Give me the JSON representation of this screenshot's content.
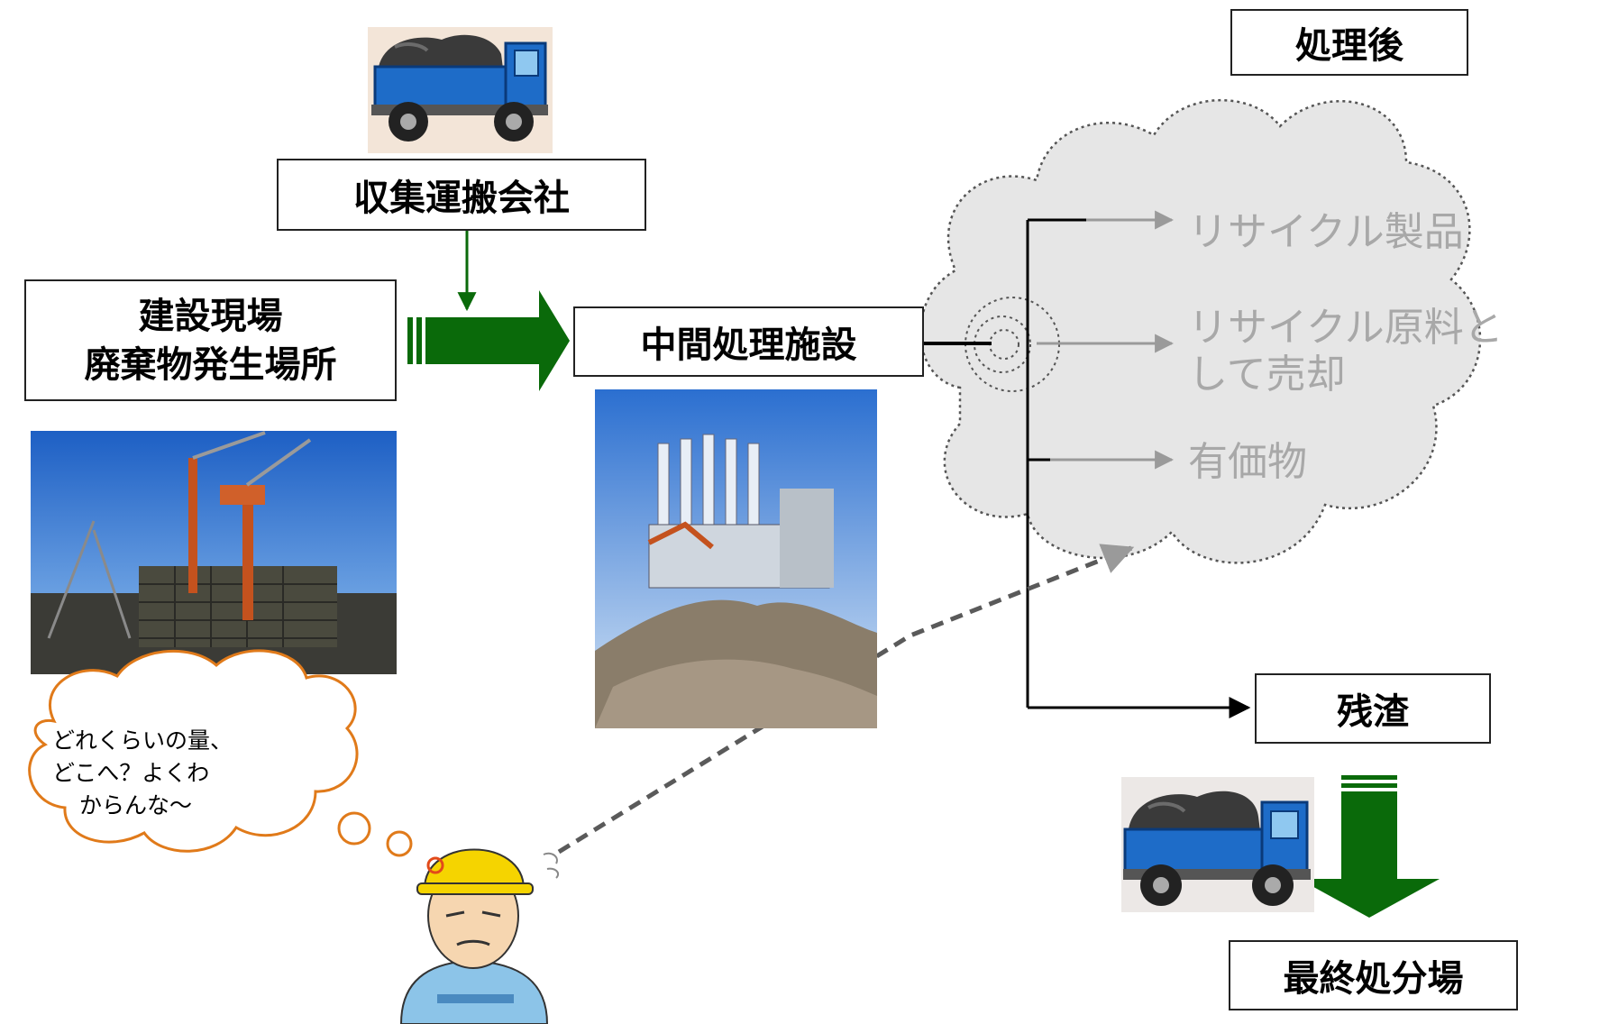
{
  "boxes": {
    "collector": "収集運搬会社",
    "site_line1": "建設現場",
    "site_line2": "廃棄物発生場所",
    "facility": "中間処理施設",
    "after": "処理後",
    "residue": "残渣",
    "final": "最終処分場"
  },
  "cloud_items": {
    "recycled_products": "リサイクル製品",
    "raw_line1": "リサイクル原料と",
    "raw_line2": "して売却",
    "valuables": "有価物"
  },
  "thought": {
    "line1": "どれくらいの量、",
    "line2": "どこへ？よくわ",
    "line3": "からんな〜"
  },
  "colors": {
    "flow_green": "#0a6a0a",
    "cloud_fill": "#e6e6e6",
    "cloud_text": "#a8a8a8",
    "thought_outline": "#e07a1a",
    "truck_blue": "#1e6cc8"
  },
  "icons": [
    "dump-truck-icon",
    "construction-site-photo",
    "processing-plant-photo",
    "worker-illustration"
  ]
}
